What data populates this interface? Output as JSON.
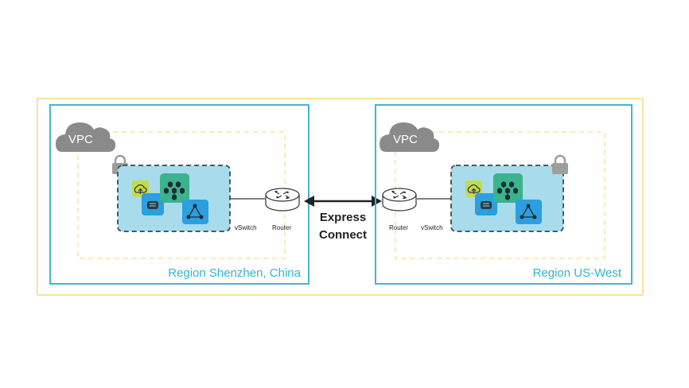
{
  "regions": [
    {
      "name": "Region Shenzhen, China",
      "vpc_label": "VPC",
      "vswitch_label": "vSwitch",
      "router_label": "Router"
    },
    {
      "name": "Region US-West",
      "vpc_label": "VPC",
      "vswitch_label": "vSwitch",
      "router_label": "Router"
    }
  ],
  "connection": {
    "line1": "Express",
    "line2": "Connect"
  },
  "colors": {
    "outer_border": "#fbe39a",
    "region_border": "#46b4cf",
    "vpc_dash": "#fbe39a",
    "vswitch_fill": "#a8dcec",
    "vswitch_dash": "#4a5a60",
    "cloud": "#8a8a8a",
    "lock": "#9e9e9e",
    "icon_green": "#c3dc4d",
    "icon_teal": "#3cb28d",
    "icon_blue": "#2b9fe0"
  },
  "icons": [
    "cloud-icon",
    "lock-icon",
    "router-icon",
    "ecs-icon",
    "server-icon",
    "network-icon",
    "cloud-upload-icon"
  ]
}
